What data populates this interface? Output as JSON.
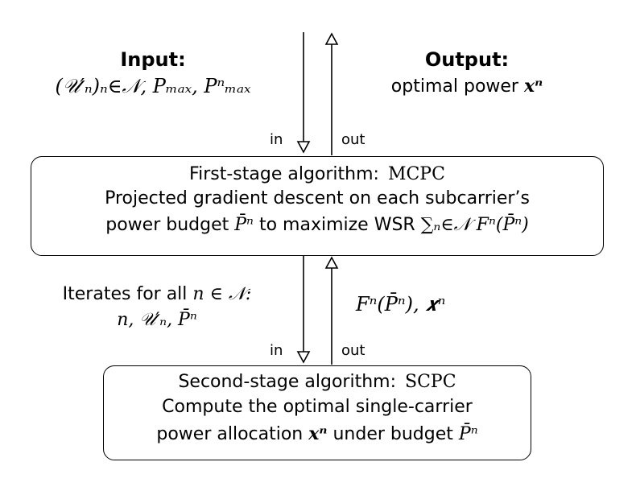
{
  "input": {
    "title": "Input:",
    "params": "(𝒰′ₙ)ₙ∈𝒩, Pₘₐₓ, Pⁿₘₐₓ"
  },
  "output": {
    "title": "Output:",
    "text": "optimal power",
    "var": "𝒙ⁿ"
  },
  "top_arrows": {
    "in_label": "in",
    "out_label": "out"
  },
  "first_stage": {
    "line1_text": "First-stage algorithm:",
    "line1_name": "MCPC",
    "line2": "Projected gradient descent on each subcarrier’s",
    "line3_text_a": "power budget",
    "line3_var": "P̄ⁿ",
    "line3_text_b": "to maximize WSR",
    "line3_math": "∑ₙ∈𝒩 Fⁿ(P̄ⁿ)"
  },
  "iterates": {
    "text": "Iterates for all",
    "cond": "n ∈ 𝒩:",
    "vars": "n, 𝒰′ₙ, P̄ⁿ"
  },
  "feedback": {
    "text": "Fⁿ(P̄ⁿ), 𝒙ⁿ"
  },
  "bottom_arrows": {
    "in_label": "in",
    "out_label": "out"
  },
  "second_stage": {
    "line1_text": "Second-stage algorithm:",
    "line1_name": "SCPC",
    "line2": "Compute the optimal single-carrier",
    "line3_text_a": "power allocation",
    "line3_var": "𝒙ⁿ",
    "line3_text_b": "under budget",
    "line3_var2": "P̄ⁿ"
  }
}
